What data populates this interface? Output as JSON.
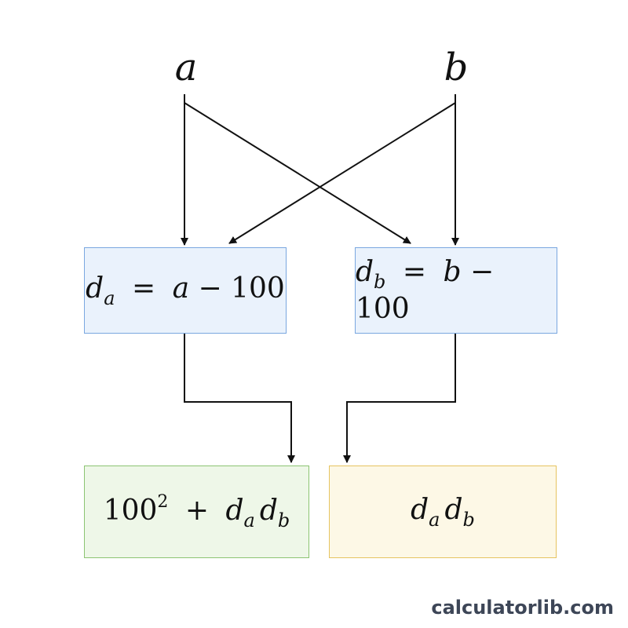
{
  "diagram": {
    "inputs": {
      "a": "a",
      "b": "b"
    },
    "box_da": {
      "lhs": "d",
      "lhs_sub": "a",
      "eq": "=",
      "var": "a",
      "minus": "−",
      "const": "100"
    },
    "box_db": {
      "lhs": "d",
      "lhs_sub": "b",
      "eq": "=",
      "var": "b",
      "minus": "−",
      "const": "100"
    },
    "box_sum": {
      "base": "100",
      "exp": "2",
      "plus": "+",
      "d1": "d",
      "d1_sub": "a",
      "d2": "d",
      "d2_sub": "b"
    },
    "box_prod": {
      "d1": "d",
      "d1_sub": "a",
      "d2": "d",
      "d2_sub": "b"
    },
    "colors": {
      "blue_fill": "#eaf2fc",
      "blue_border": "#7aa7e0",
      "green_fill": "#eef7e8",
      "green_border": "#8cc472",
      "yellow_fill": "#fdf8e6",
      "yellow_border": "#e6c460"
    }
  },
  "watermark": "calculatorlib.com"
}
